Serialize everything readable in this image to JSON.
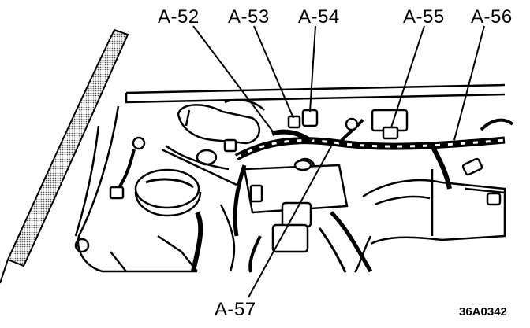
{
  "callouts": {
    "a52": "A-52",
    "a53": "A-53",
    "a54": "A-54",
    "a55": "A-55",
    "a56": "A-56",
    "a57": "A-57"
  },
  "figure_code": "36A0342",
  "colors": {
    "ink": "#000000",
    "paper": "#ffffff",
    "halftone": "#9a9a9a"
  }
}
